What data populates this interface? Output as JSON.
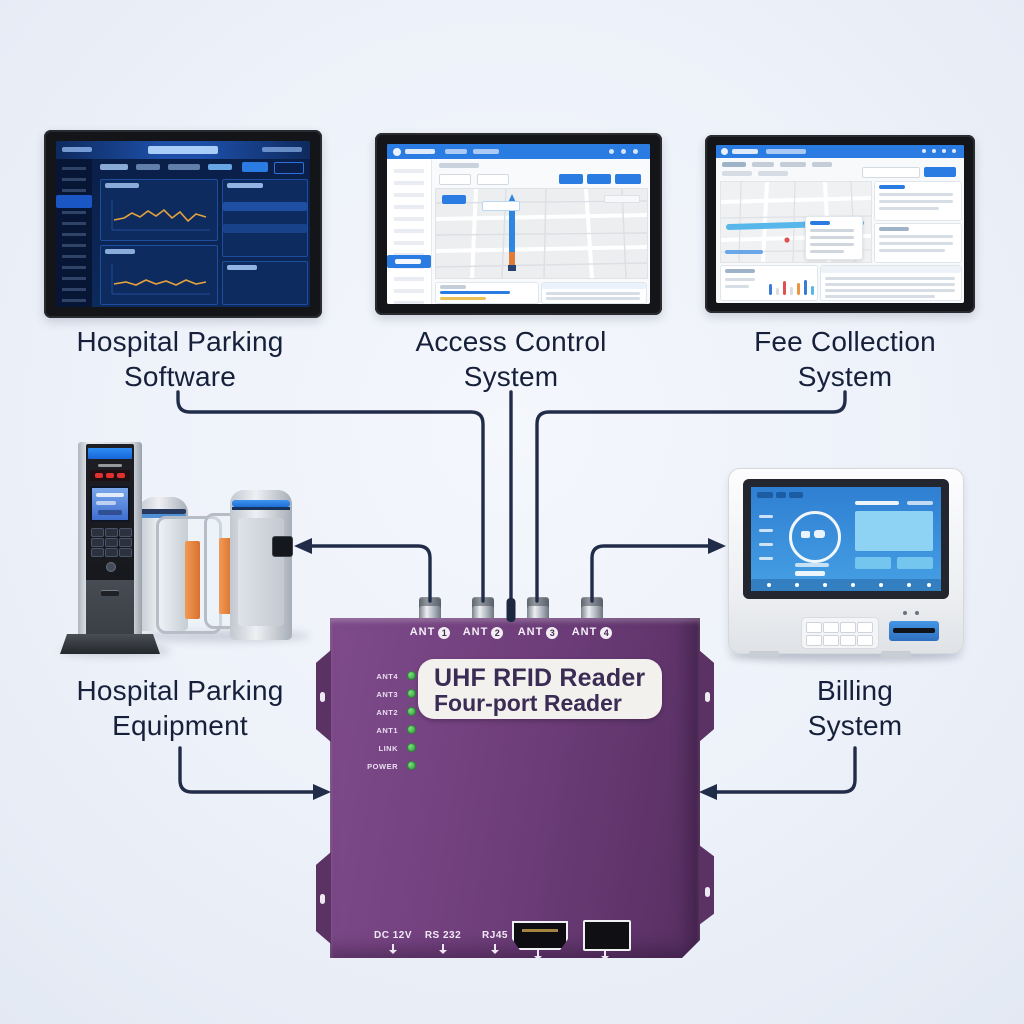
{
  "colors": {
    "background": "#edf1f9",
    "connector_line": "#212c49",
    "device_purple": "#6d3d79",
    "caption_text": "#16203a",
    "led_green": "#3aa544",
    "ui_blue": "#2b7ce2",
    "route_orange": "#e07b39",
    "chart_orange": "#e6a23c"
  },
  "captions": {
    "software": {
      "line1": "Hospital Parking",
      "line2": "Software"
    },
    "access": {
      "line1": "Access Control",
      "line2": "System"
    },
    "fee": {
      "line1": "Fee Collection",
      "line2": "System"
    },
    "equipment": {
      "line1": "Hospital Parking",
      "line2": "Equipment"
    },
    "billing": {
      "line1": "Billing",
      "line2": "System"
    }
  },
  "device": {
    "plate": {
      "line1": "UHF RFID Reader",
      "line2": "Four-port Reader"
    },
    "ant_ports": [
      {
        "label": "ANT",
        "num": "1"
      },
      {
        "label": "ANT",
        "num": "2"
      },
      {
        "label": "ANT",
        "num": "3"
      },
      {
        "label": "ANT",
        "num": "4"
      }
    ],
    "leds": [
      "ANT4",
      "ANT3",
      "ANT2",
      "ANT1",
      "LINK",
      "POWER"
    ],
    "bottom_ports": [
      "DC 12V",
      "RS 232",
      "RJ45"
    ]
  }
}
